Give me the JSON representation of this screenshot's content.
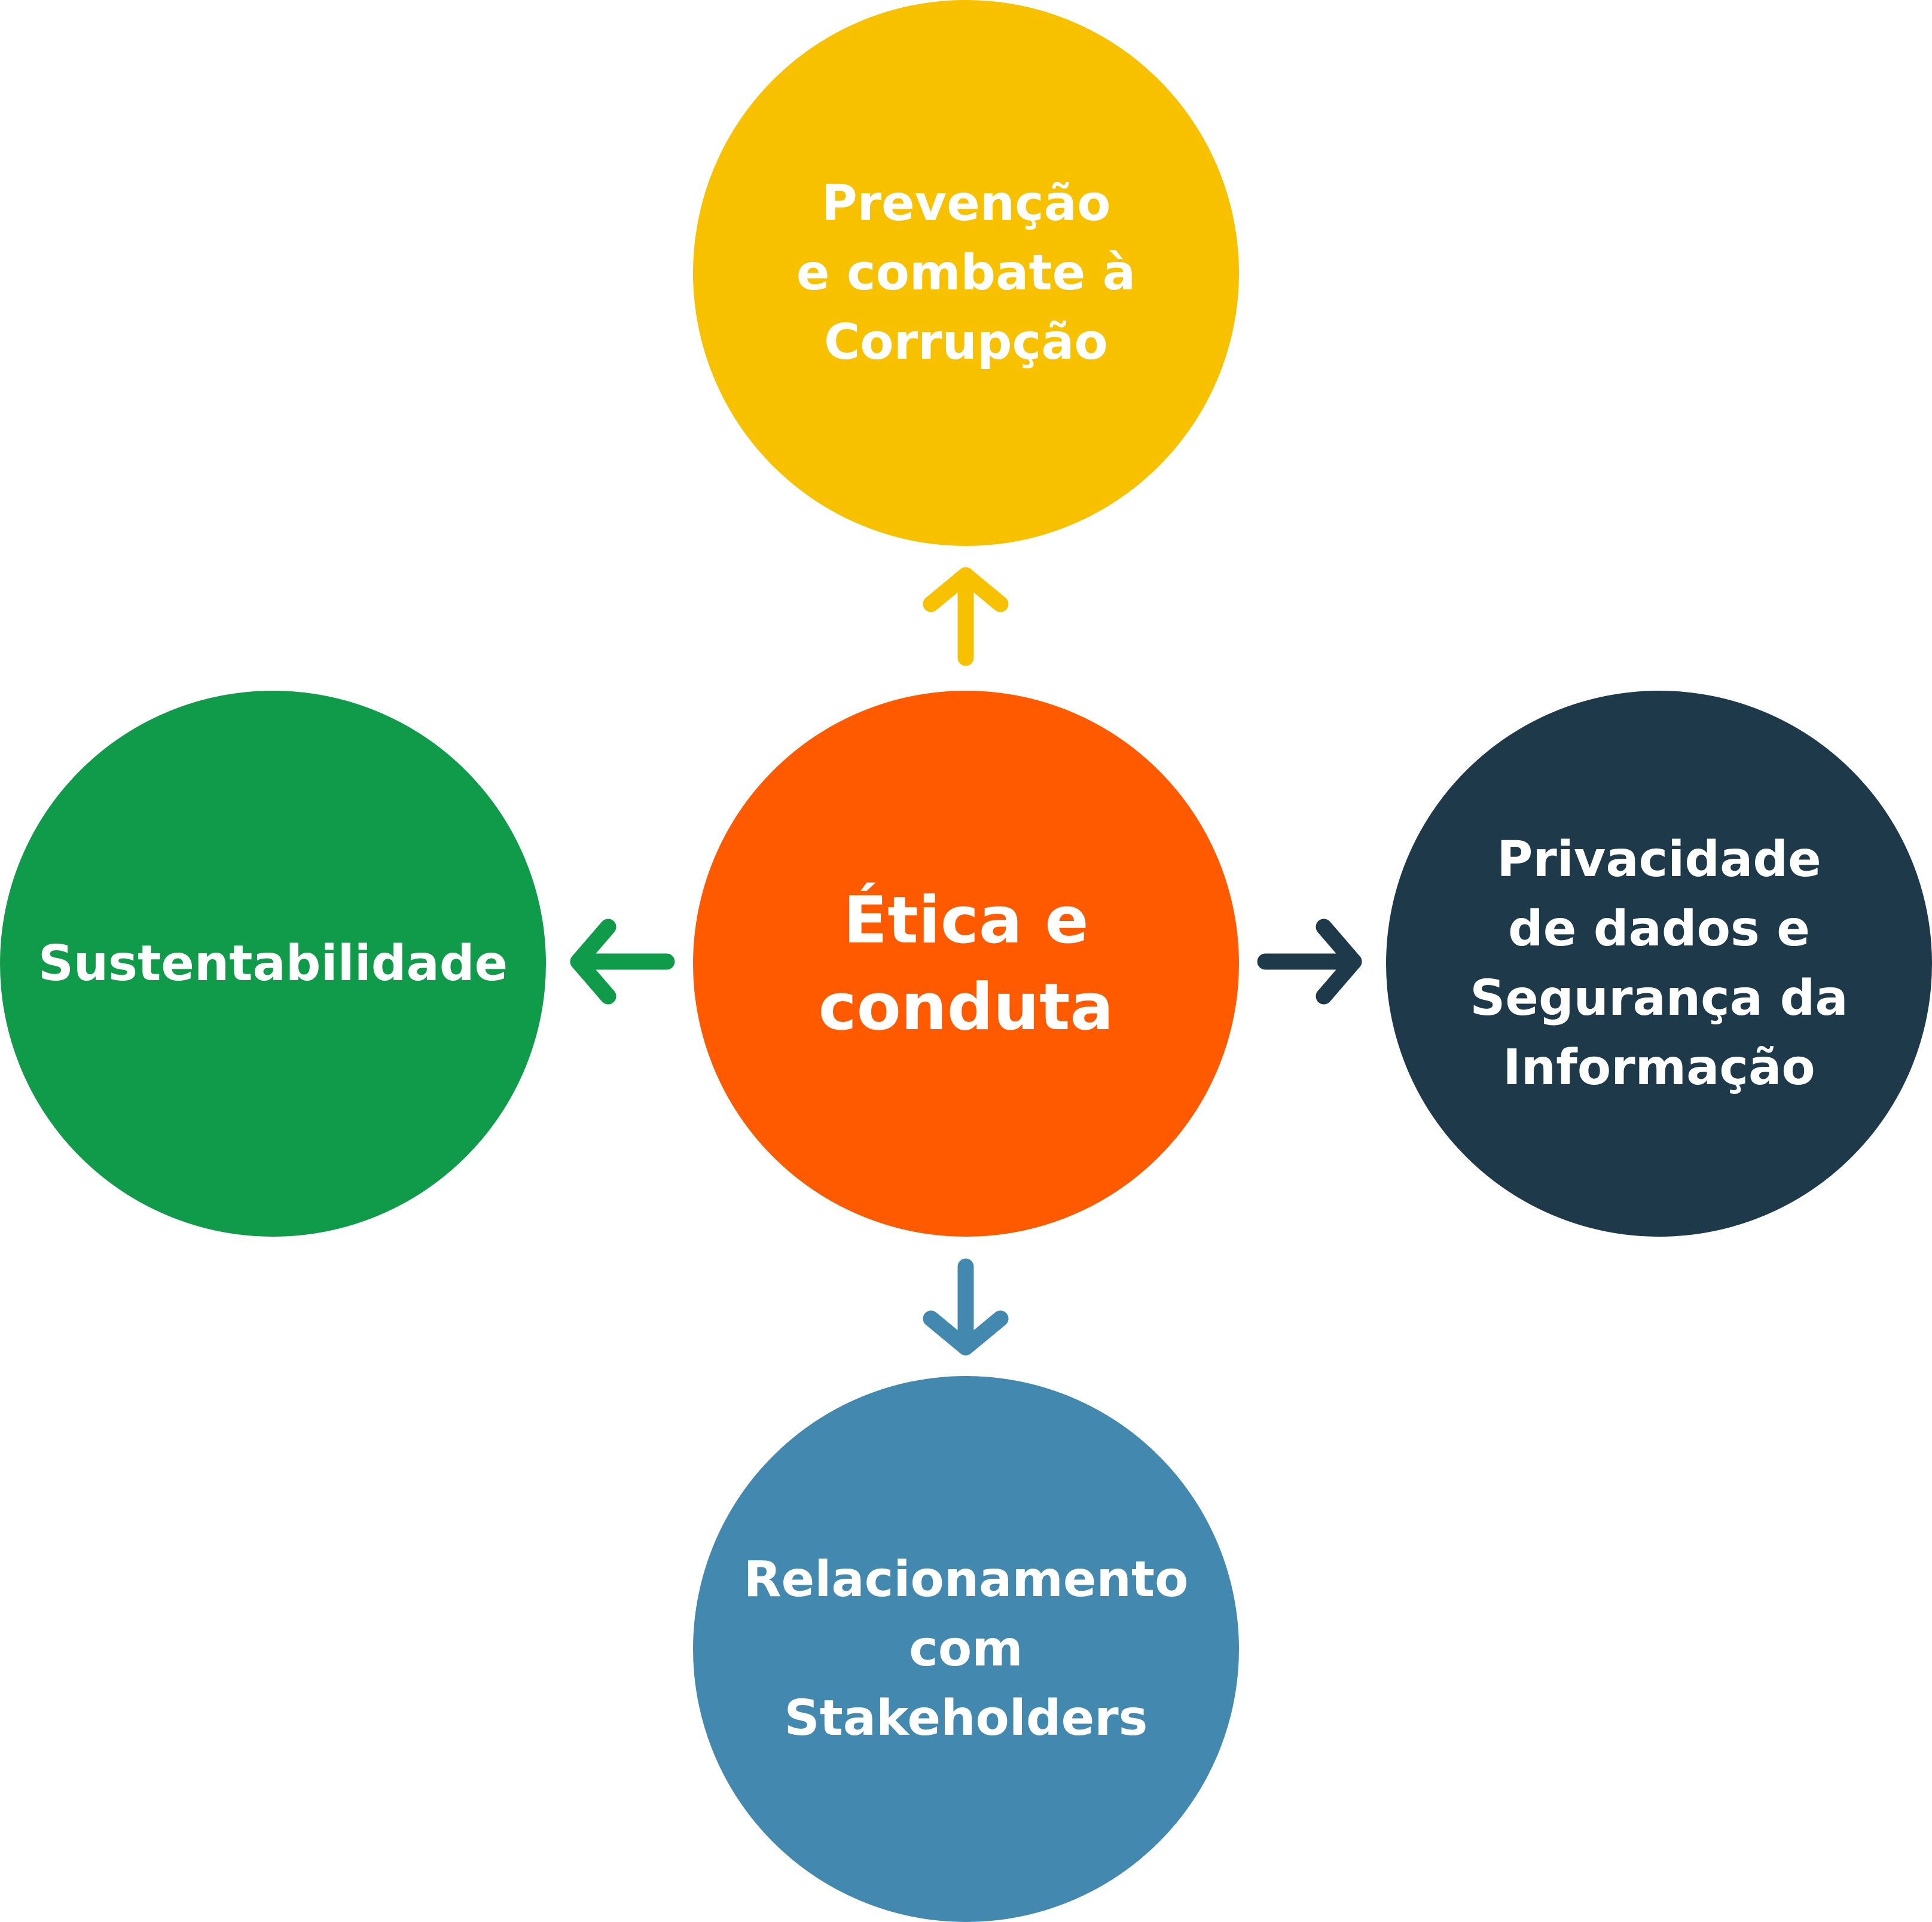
{
  "center": {
    "label": "Ética e\nconduta",
    "color": "#ff5a00"
  },
  "nodes": {
    "top": {
      "label": "Prevenção\ne combate à\nCorrupção",
      "color": "#f7c100",
      "arrow_color": "#f7c100"
    },
    "left": {
      "label": "Sustentabilidade",
      "color": "#0f9b4a",
      "arrow_color": "#0f9b4a"
    },
    "right": {
      "label": "Privacidade\nde dados e\nSegurança da\nInformação",
      "color": "#1e3a4a",
      "arrow_color": "#1e3a4a"
    },
    "bottom": {
      "label": "Relacionamento\ncom\nStakeholders",
      "color": "#4389af",
      "arrow_color": "#4389af"
    }
  }
}
